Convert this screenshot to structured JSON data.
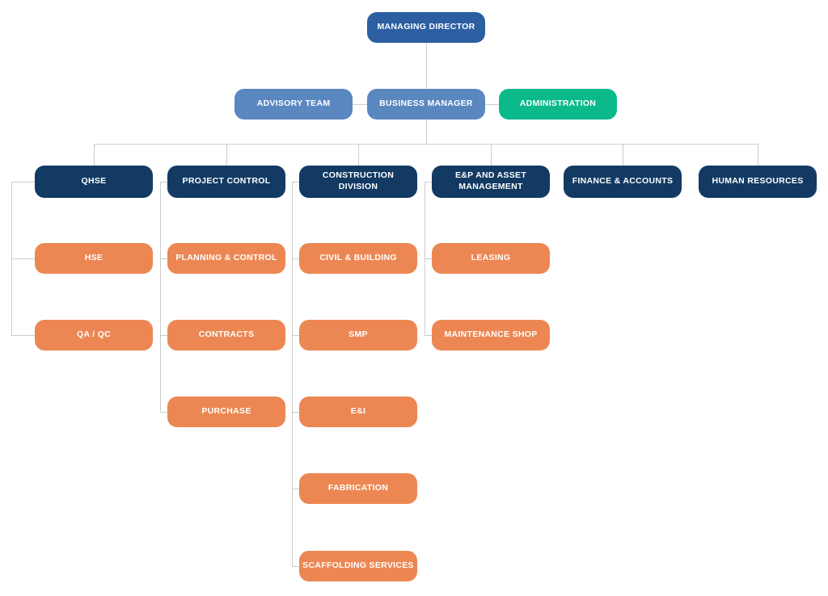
{
  "colors": {
    "root": "#2B5FA2",
    "secondary": "#5B87C0",
    "administration": "#0BB98A",
    "department": "#123A63",
    "unit": "#EC8753",
    "connector": "#CCCCCC",
    "text": "#FFFFFF",
    "background": "#FFFFFF"
  },
  "nodes": {
    "root": {
      "label": "MANAGING DIRECTOR"
    },
    "level2": {
      "advisory": {
        "label": "ADVISORY TEAM"
      },
      "business_manager": {
        "label": "BUSINESS MANAGER"
      },
      "administration": {
        "label": "ADMINISTRATION"
      }
    },
    "departments": [
      {
        "label": "QHSE",
        "children": [
          {
            "label": "HSE"
          },
          {
            "label": "QA / QC"
          }
        ]
      },
      {
        "label": "PROJECT CONTROL",
        "children": [
          {
            "label": "PLANNING & CONTROL"
          },
          {
            "label": "CONTRACTS"
          },
          {
            "label": "PURCHASE"
          }
        ]
      },
      {
        "label": "CONSTRUCTION DIVISION",
        "children": [
          {
            "label": "CIVIL & BUILDING"
          },
          {
            "label": "SMP"
          },
          {
            "label": "E&I"
          },
          {
            "label": "FABRICATION"
          },
          {
            "label": "SCAFFOLDING SERVICES"
          }
        ]
      },
      {
        "label": "E&P AND ASSET MANAGEMENT",
        "children": [
          {
            "label": "LEASING"
          },
          {
            "label": "MAINTENANCE SHOP"
          }
        ]
      },
      {
        "label": "FINANCE & ACCOUNTS",
        "children": []
      },
      {
        "label": "HUMAN RESOURCES",
        "children": []
      }
    ]
  }
}
